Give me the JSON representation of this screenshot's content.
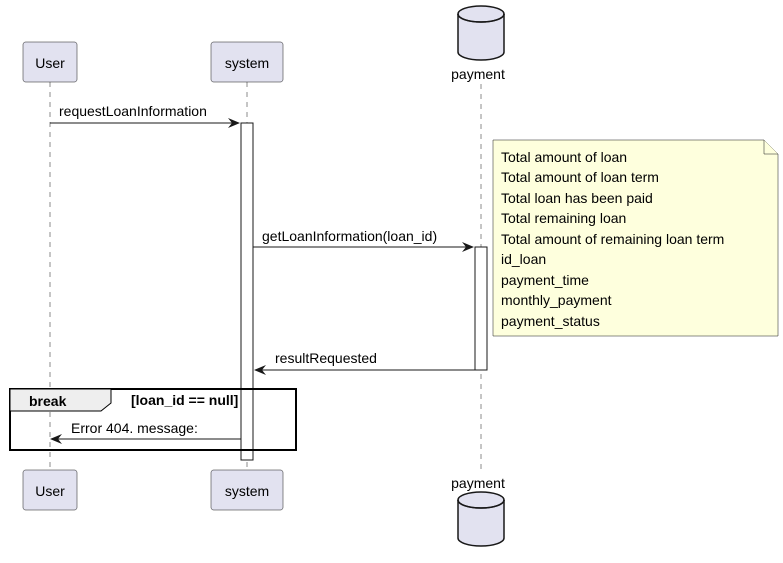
{
  "participants": {
    "user": "User",
    "system": "system",
    "payment": "payment"
  },
  "messages": {
    "request": "requestLoanInformation",
    "get": "getLoanInformation(loan_id)",
    "result": "resultRequested",
    "error": "Error 404. message:"
  },
  "break_frame": {
    "keyword": "break",
    "condition": "[loan_id == null]"
  },
  "note": {
    "lines": [
      "Total amount of loan",
      "Total amount of loan term",
      "Total loan has been paid",
      "Total remaining loan",
      "Total amount of remaining loan term",
      "id_loan",
      "payment_time",
      "monthly_payment",
      "payment_status"
    ]
  },
  "colors": {
    "participant_fill": "#E2E2F0",
    "participant_stroke": "#181818",
    "note_fill": "#FEFFDD",
    "lifeline": "#181818"
  }
}
